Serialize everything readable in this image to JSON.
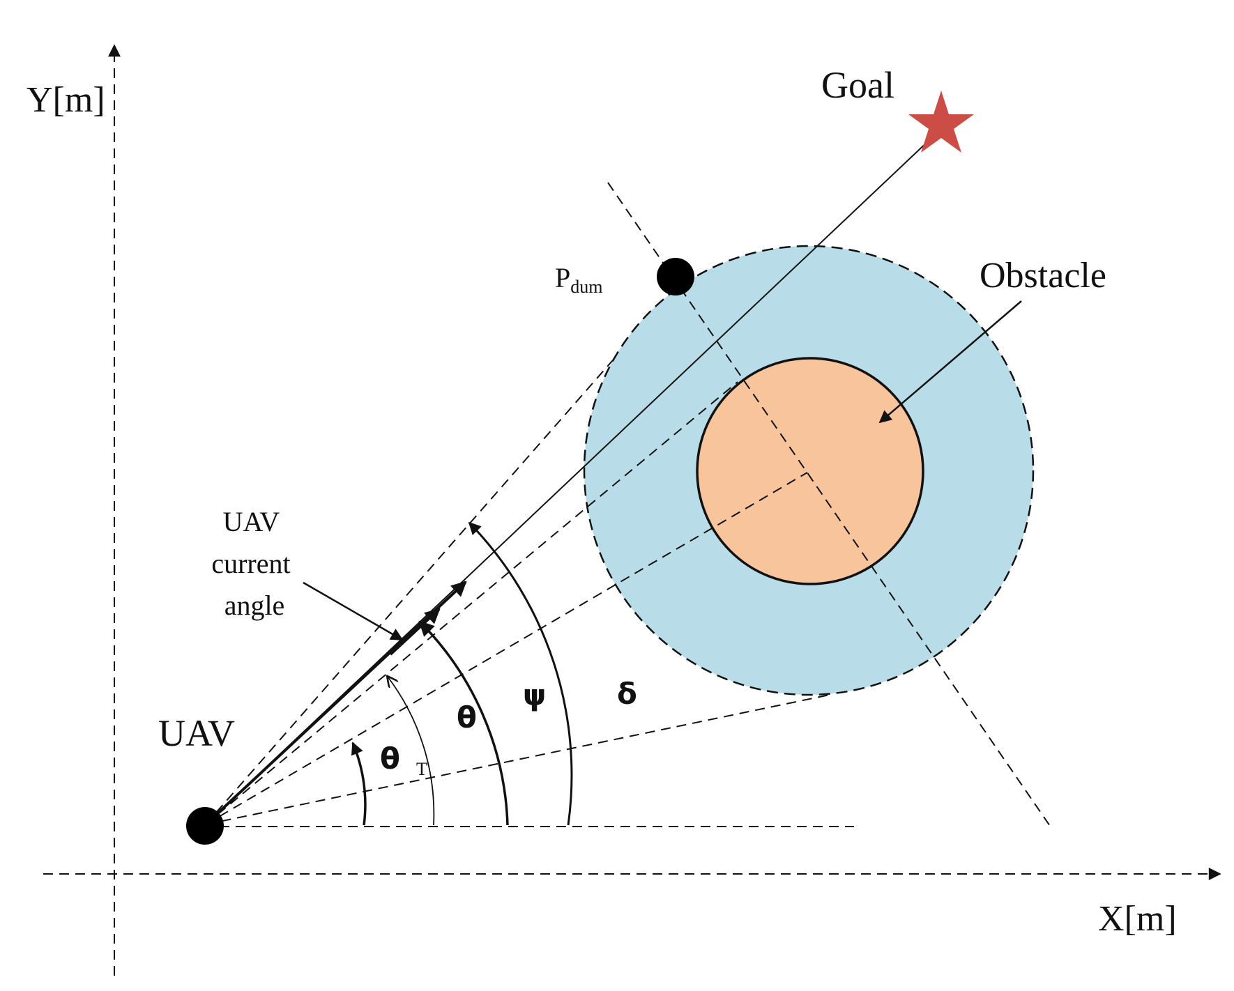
{
  "axes": {
    "x_label": "X[m]",
    "y_label": "Y[m]"
  },
  "labels": {
    "goal": "Goal",
    "obstacle": "Obstacle",
    "p_dum_main": "P",
    "p_dum_sub": "dum",
    "uav": "UAV",
    "uav_angle_line1": "UAV",
    "uav_angle_line2": "current",
    "uav_angle_line3": "angle"
  },
  "angles": {
    "theta_t_main": "θ",
    "theta_t_sub": "T",
    "theta": "θ",
    "psi": "ψ",
    "delta": "δ"
  },
  "colors": {
    "safety_zone": "#b8dde8",
    "obstacle_core": "#f7c49c",
    "goal_star": "#cc4c46",
    "line": "#111111"
  }
}
